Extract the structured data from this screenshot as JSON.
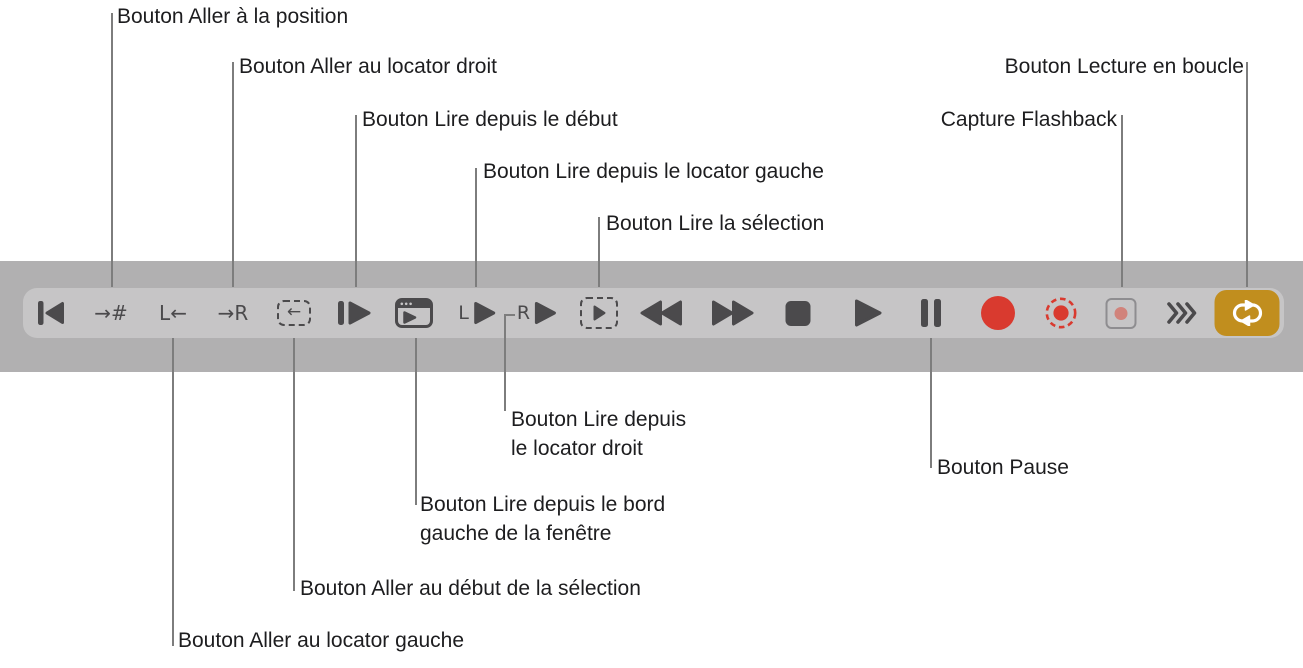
{
  "figure": {
    "description": "Transport buttons toolbar with callout labels",
    "colors": {
      "backdrop_band": "#b1b0b1",
      "toolbar_pill": "#c6c5c6",
      "icon_dark": "#4b4a4c",
      "record_red": "#d93a2f",
      "flashback_dot_red": "#d1837b",
      "cycle_gold": "#c18e1e",
      "callout_line": "#7d7d7d",
      "label_text": "#1d1d1f"
    }
  },
  "callouts": {
    "goto_position": "Bouton Aller à la position",
    "goto_right_locator": "Bouton Aller au locator droit",
    "play_from_beginning": "Bouton Lire depuis le début",
    "play_from_left_locator": "Bouton Lire depuis le locator gauche",
    "play_selection": "Bouton Lire la sélection",
    "cycle": "Bouton Lecture en boucle",
    "capture_flashback": "Capture Flashback",
    "play_from_right_locator": "Bouton Lire depuis\nle locator droit",
    "pause": "Bouton Pause",
    "play_from_window_edge": "Bouton Lire depuis le bord\ngauche de la fenêtre",
    "goto_selection_start": "Bouton Aller au début de la sélection",
    "goto_left_locator": "Bouton Aller au locator gauche"
  },
  "toolbar": {
    "glyph_text": {
      "go_to_position": "→#",
      "go_to_left_locator": "L←",
      "go_to_right_locator": "→R",
      "selection_start_arrow": "←",
      "left_play_letter": "L",
      "right_play_letter": "R"
    },
    "buttons": [
      {
        "name": "go-to-beginning",
        "icon": "skip-back"
      },
      {
        "name": "go-to-position",
        "icon": "arrow-number"
      },
      {
        "name": "go-to-left-locator",
        "icon": "L-left-arrow"
      },
      {
        "name": "go-to-right-locator",
        "icon": "arrow-R"
      },
      {
        "name": "go-to-selection-start",
        "icon": "dashed-box-left-arrow"
      },
      {
        "name": "play-from-beginning",
        "icon": "bar-play"
      },
      {
        "name": "play-from-window-left-edge",
        "icon": "window-play"
      },
      {
        "name": "play-from-left-locator",
        "icon": "L-play"
      },
      {
        "name": "play-from-right-locator",
        "icon": "R-play"
      },
      {
        "name": "play-selection",
        "icon": "dashed-box-play"
      },
      {
        "name": "rewind",
        "icon": "double-triangle-left"
      },
      {
        "name": "forward",
        "icon": "double-triangle-right"
      },
      {
        "name": "stop",
        "icon": "square"
      },
      {
        "name": "play",
        "icon": "triangle-right"
      },
      {
        "name": "pause",
        "icon": "double-bar"
      },
      {
        "name": "record",
        "icon": "red-circle"
      },
      {
        "name": "record-capture",
        "icon": "dashed-red-circle-dot"
      },
      {
        "name": "capture-flashback",
        "icon": "box-red-dot"
      },
      {
        "name": "more",
        "icon": "triple-chevron-right"
      },
      {
        "name": "cycle",
        "icon": "loop-arrows",
        "active": true
      }
    ]
  }
}
